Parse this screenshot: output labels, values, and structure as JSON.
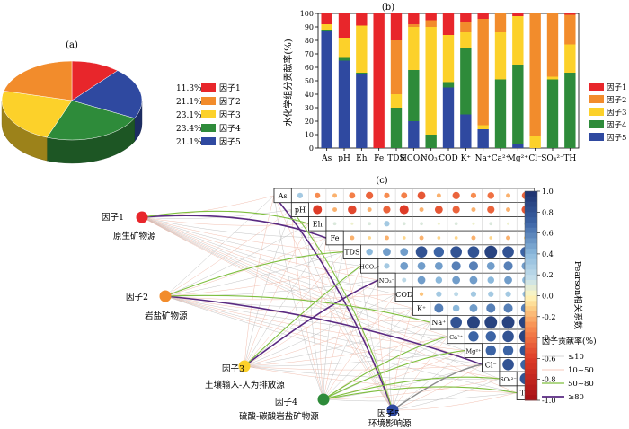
{
  "palette": {
    "f1": "#e8262b",
    "f2": "#f28c2c",
    "f3": "#fcd12a",
    "f4": "#2e8b3a",
    "f5": "#2f49a0"
  },
  "factors": [
    "因子1",
    "因子2",
    "因子3",
    "因子4",
    "因子5"
  ],
  "chart_data": [
    {
      "type": "pie",
      "title": "(a)",
      "labels": [
        "因子1",
        "因子2",
        "因子3",
        "因子4",
        "因子5"
      ],
      "value_labels": [
        "11.3%",
        "21.1%",
        "23.1%",
        "23.4%",
        "21.1%"
      ],
      "values": [
        11.3,
        21.1,
        23.1,
        23.4,
        21.1
      ]
    },
    {
      "type": "bar",
      "stacked": true,
      "title": "(b)",
      "ylabel": "水化学组分贡献率(%)",
      "ylim": [
        0,
        100
      ],
      "yticks": [
        0,
        10,
        20,
        30,
        40,
        50,
        60,
        70,
        80,
        90,
        100
      ],
      "categories": [
        "As",
        "pH",
        "Eh",
        "Fe",
        "TDS",
        "HCO₃⁻",
        "NO₃⁻",
        "COD",
        "K⁺",
        "Na⁺",
        "Ca²⁺",
        "Mg²⁺",
        "Cl⁻",
        "SO₄²⁻",
        "TH"
      ],
      "legend_position": "right",
      "series": [
        {
          "name": "因子5",
          "values": [
            87,
            65,
            55,
            0,
            0,
            20,
            0,
            45,
            25,
            14,
            0,
            3,
            0,
            0,
            0
          ]
        },
        {
          "name": "因子4",
          "values": [
            1,
            2,
            1,
            0,
            30,
            38,
            10,
            4,
            49,
            0,
            51,
            59,
            0,
            51,
            56
          ]
        },
        {
          "name": "因子3",
          "values": [
            4,
            15,
            35,
            0,
            10,
            32,
            80,
            35,
            12,
            3,
            35,
            36,
            9,
            2,
            21
          ]
        },
        {
          "name": "因子2",
          "values": [
            0,
            0,
            0,
            0,
            40,
            2,
            5,
            0,
            8,
            79,
            14,
            0,
            91,
            47,
            22
          ]
        },
        {
          "name": "因子1",
          "values": [
            8,
            18,
            9,
            100,
            20,
            8,
            5,
            16,
            6,
            4,
            0,
            2,
            0,
            0,
            1
          ]
        }
      ]
    },
    {
      "type": "heatmap",
      "title": "(c)",
      "variables": [
        "As",
        "pH",
        "Eh",
        "Fe",
        "TDS",
        "HCO₃⁻",
        "NO₃⁻",
        "COD",
        "K⁺",
        "Na⁺",
        "Ca²⁺",
        "Mg²⁺",
        "Cl⁻",
        "SO₄²⁻",
        "TH"
      ],
      "colorbar_label": "Pearson相关系数",
      "colorbar_range": [
        -1.0,
        1.0
      ],
      "colorbar_ticks": [
        "1.0",
        "0.8",
        "0.6",
        "0.4",
        "0.2",
        "0.0",
        "-0.2",
        "-0.4",
        "-0.6",
        "-0.8",
        "-1.0"
      ],
      "upper_triangle": [
        [
          0.3,
          -0.3,
          -0.2,
          -0.35,
          -0.45,
          -0.3,
          -0.35,
          -0.5,
          -0.2,
          -0.45,
          -0.3,
          -0.4,
          -0.2,
          -0.45
        ],
        [
          -0.6,
          -0.2,
          -0.55,
          -0.2,
          -0.45,
          -0.6,
          -0.2,
          -0.5,
          -0.45,
          -0.2,
          -0.45,
          -0.2,
          -0.5
        ],
        [
          0.1,
          0.05,
          0.1,
          0.3,
          0.1,
          0.1,
          0.05,
          0.1,
          0.05,
          0.1,
          0.05,
          0.1
        ],
        [
          -0.2,
          -0.1,
          -0.2,
          -0.1,
          -0.2,
          -0.1,
          -0.1,
          -0.2,
          -0.1,
          -0.2,
          -0.1
        ],
        [
          0.4,
          0.5,
          0.5,
          0.8,
          0.7,
          0.8,
          0.8,
          0.9,
          0.8,
          0.7
        ],
        [
          0.3,
          0.5,
          0.5,
          0.5,
          0.6,
          0.6,
          0.5,
          0.6,
          0.5
        ],
        [
          0.2,
          0.5,
          0.4,
          0.5,
          0.5,
          0.4,
          0.5,
          0.4
        ],
        [
          -0.15,
          0.3,
          0.2,
          0.3,
          0.3,
          0.3,
          0.35
        ],
        [
          0.6,
          0.4,
          0.5,
          0.6,
          0.6,
          0.6
        ],
        [
          0.8,
          0.9,
          0.9,
          0.9,
          0.9
        ],
        [
          0.7,
          0.7,
          0.8,
          0.9
        ],
        [
          0.7,
          0.7,
          0.8
        ],
        [
          0.8,
          0.7
        ],
        [
          0.8
        ]
      ]
    },
    {
      "type": "network",
      "nodes": [
        {
          "factor": "因子1",
          "source": "原生矿物源"
        },
        {
          "factor": "因子2",
          "source": "岩盐矿物源"
        },
        {
          "factor": "因子3",
          "source": "土壤输入-人为排放源"
        },
        {
          "factor": "因子4",
          "source": "硫酸-碳酸岩盐矿物源"
        },
        {
          "factor": "因子5",
          "source": "环境影响源"
        }
      ],
      "legend_title": "因子贡献率(%)",
      "legend_entries": [
        "≤10",
        "10~50",
        "50~80",
        "≥80"
      ]
    }
  ]
}
